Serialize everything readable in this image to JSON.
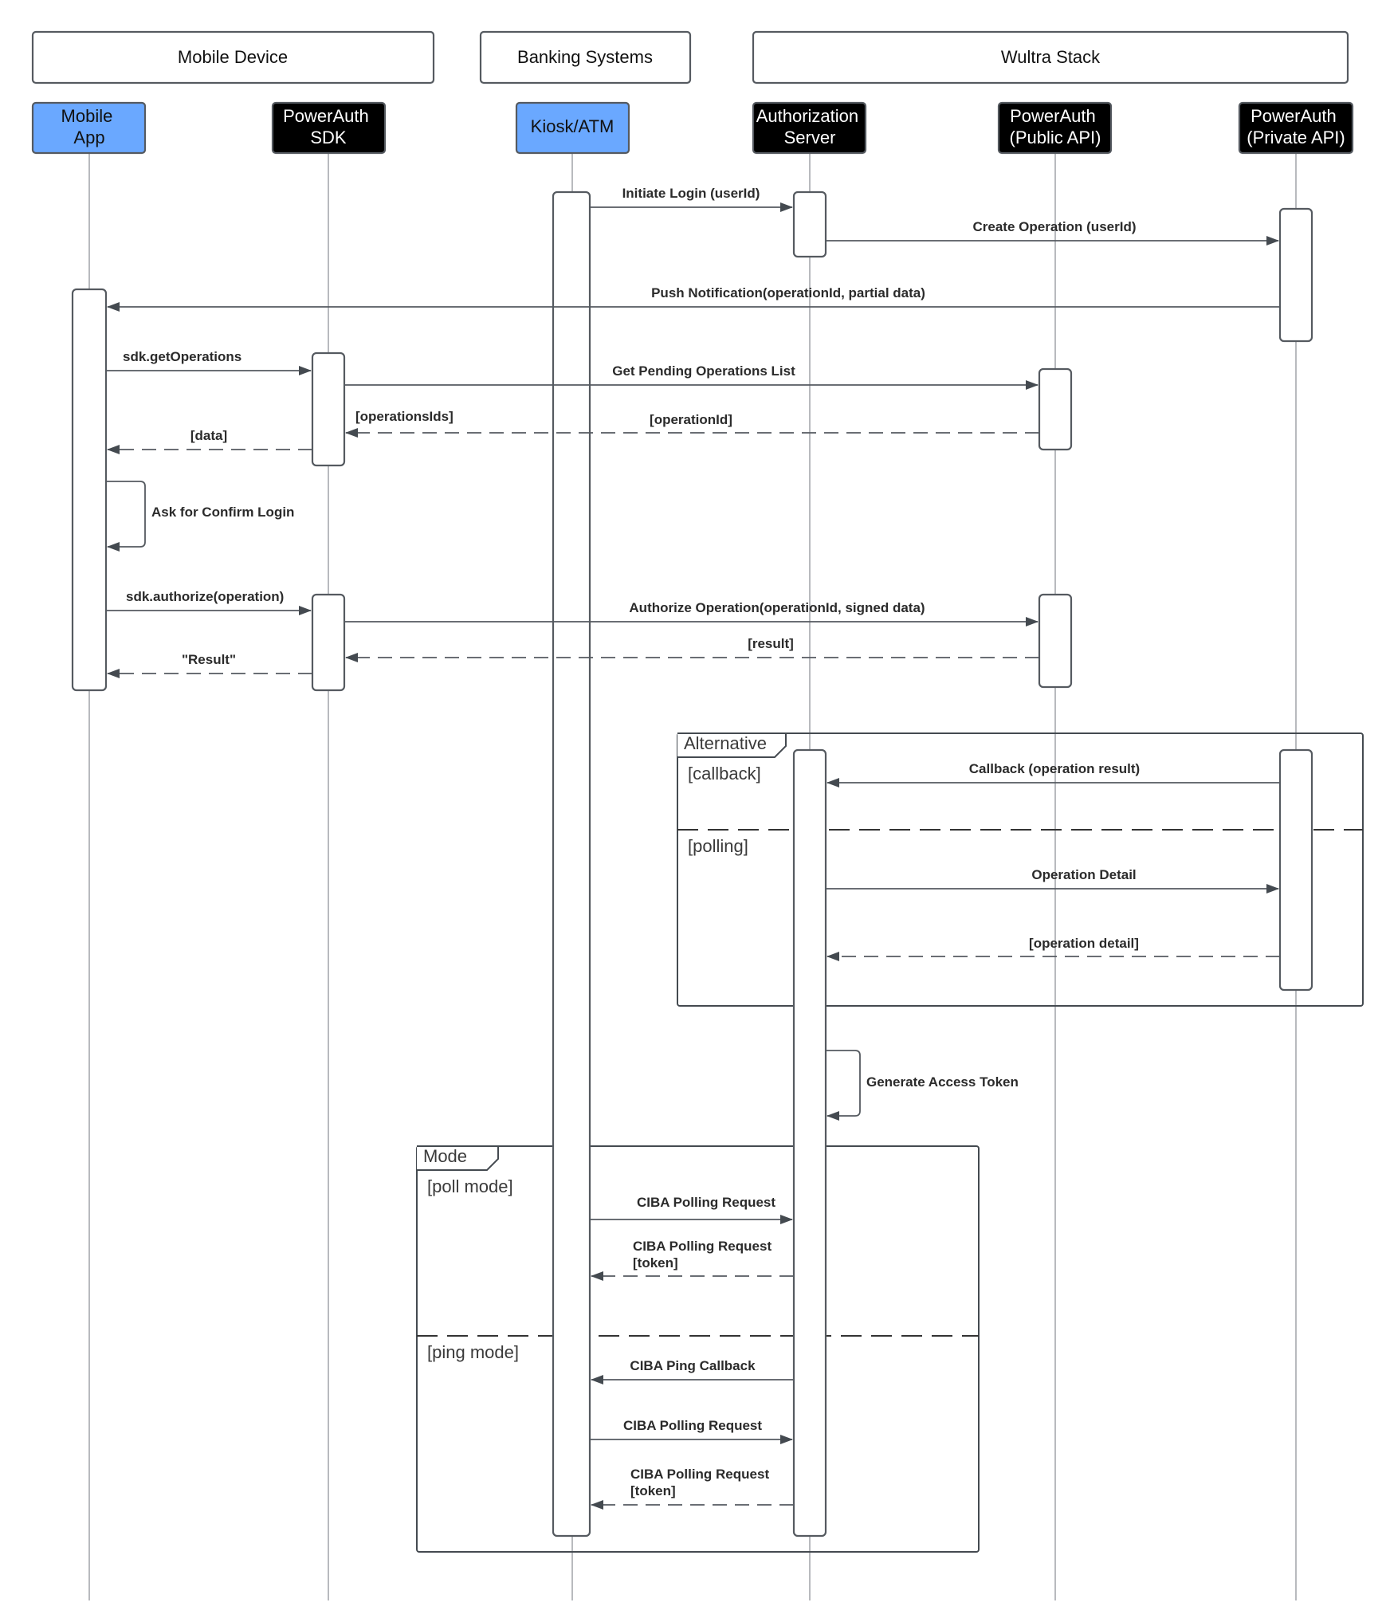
{
  "groups": [
    {
      "key": "mobile",
      "label": "Mobile Device"
    },
    {
      "key": "banking",
      "label": "Banking Systems"
    },
    {
      "key": "wultra",
      "label": "Wultra Stack"
    }
  ],
  "participants": [
    {
      "key": "app",
      "lines": [
        "Mobile",
        "App"
      ],
      "fill": "#6aa8ff",
      "text_color": "#111111"
    },
    {
      "key": "sdk",
      "lines": [
        "PowerAuth",
        "SDK"
      ],
      "fill": "#000000",
      "text_color": "#ffffff"
    },
    {
      "key": "kiosk",
      "lines": [
        "Kiosk/ATM"
      ],
      "fill": "#6aa8ff",
      "text_color": "#111111"
    },
    {
      "key": "auth",
      "lines": [
        "Authorization",
        "Server"
      ],
      "fill": "#000000",
      "text_color": "#ffffff"
    },
    {
      "key": "pub",
      "lines": [
        "PowerAuth",
        "(Public API)"
      ],
      "fill": "#000000",
      "text_color": "#ffffff"
    },
    {
      "key": "priv",
      "lines": [
        "PowerAuth",
        "(Private API)"
      ],
      "fill": "#000000",
      "text_color": "#ffffff"
    }
  ],
  "messages": [
    {
      "from": "kiosk",
      "to": "auth",
      "style": "solid",
      "lines": [
        "Initiate Login (userId)"
      ]
    },
    {
      "from": "auth",
      "to": "priv",
      "style": "solid",
      "lines": [
        "Create Operation (userId)"
      ]
    },
    {
      "from": "priv",
      "to": "app",
      "style": "solid",
      "lines": [
        "Push Notification(operationId, partial data)"
      ]
    },
    {
      "from": "app",
      "to": "sdk",
      "style": "solid",
      "lines": [
        "sdk.getOperations"
      ]
    },
    {
      "from": "sdk",
      "to": "pub",
      "style": "solid",
      "lines": [
        "Get Pending Operations List"
      ]
    },
    {
      "from": "pub",
      "to": "sdk",
      "style": "dashed",
      "lines": [
        "[operationId]"
      ]
    },
    {
      "from": "sdk",
      "to": "app",
      "style": "dashed",
      "lines": [
        "[data]"
      ]
    },
    {
      "from": "app",
      "to": "app",
      "style": "self",
      "lines": [
        "Ask for Confirm Login"
      ]
    },
    {
      "from": "app",
      "to": "sdk",
      "style": "solid",
      "lines": [
        "sdk.authorize(operation)"
      ]
    },
    {
      "from": "sdk",
      "to": "pub",
      "style": "solid",
      "lines": [
        "Authorize Operation(operationId, signed data)"
      ]
    },
    {
      "from": "pub",
      "to": "sdk",
      "style": "dashed",
      "lines": [
        "[result]"
      ]
    },
    {
      "from": "sdk",
      "to": "app",
      "style": "dashed",
      "lines": [
        "\"Result\""
      ]
    },
    {
      "from": "priv",
      "to": "auth",
      "style": "solid",
      "lines": [
        "Callback (operation result)"
      ]
    },
    {
      "from": "auth",
      "to": "priv",
      "style": "solid",
      "lines": [
        "Operation Detail"
      ]
    },
    {
      "from": "priv",
      "to": "auth",
      "style": "dashed",
      "lines": [
        "[operation detail]"
      ]
    },
    {
      "from": "auth",
      "to": "auth",
      "style": "self",
      "lines": [
        "Generate Access Token"
      ]
    },
    {
      "from": "kiosk",
      "to": "auth",
      "style": "solid",
      "lines": [
        "CIBA Polling Request"
      ]
    },
    {
      "from": "auth",
      "to": "kiosk",
      "style": "dashed",
      "lines": [
        "CIBA Polling Request",
        "[token]"
      ]
    },
    {
      "from": "auth",
      "to": "kiosk",
      "style": "solid",
      "lines": [
        "CIBA Ping Callback"
      ]
    },
    {
      "from": "kiosk",
      "to": "auth",
      "style": "solid",
      "lines": [
        "CIBA Polling Request"
      ]
    },
    {
      "from": "auth",
      "to": "kiosk",
      "style": "dashed",
      "lines": [
        "CIBA Polling Request",
        "[token]"
      ]
    }
  ],
  "notes": [
    {
      "key": "operations_ids",
      "text": "[operationsIds]"
    }
  ],
  "fragments": [
    {
      "key": "alternative",
      "label": "Alternative",
      "sections": [
        "[callback]",
        "[polling]"
      ]
    },
    {
      "key": "mode",
      "label": "Mode",
      "sections": [
        "[poll mode]",
        "[ping mode]"
      ]
    }
  ],
  "colors": {
    "line": "#555a60",
    "lifeline": "#a6a9ad",
    "box_border": "#555a60",
    "mobile_blue": "#6aa8ff",
    "black": "#000000"
  }
}
